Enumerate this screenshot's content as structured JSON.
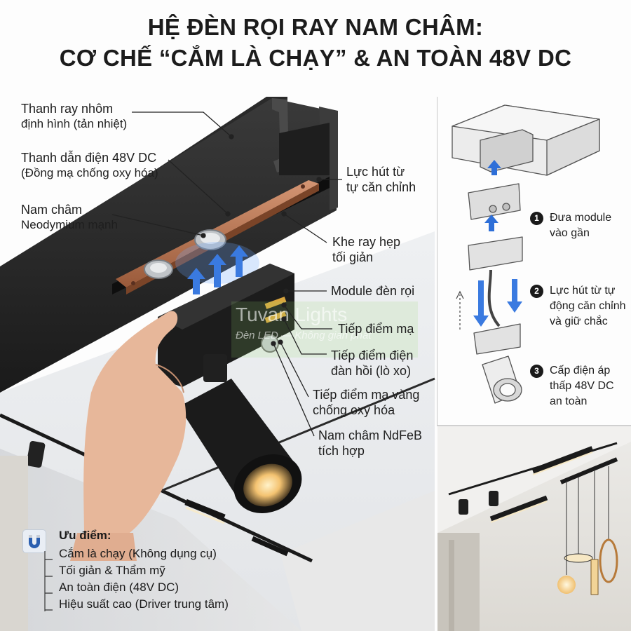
{
  "title": {
    "line1": "HỆ ĐÈN RỌI RAY NAM CHÂM:",
    "line2": "CƠ CHẾ “CẮM LÀ CHẠY” & AN TOÀN 48V DC"
  },
  "labels": {
    "rail": {
      "line1": "Thanh ray nhôm",
      "line2": "định hình (tản nhiệt)"
    },
    "conductor": {
      "line1": "Thanh dẫn điện 48V DC",
      "line2": "(Đồng mạ chống oxy hóa)"
    },
    "magnet": {
      "line1": "Nam châm",
      "line2": "Neodymium mạnh"
    },
    "attraction": {
      "line1": "Lực hút từ",
      "line2": "tự căn chỉnh"
    },
    "slot": {
      "line1": "Khe ray hẹp",
      "line2": "tối giản"
    },
    "module": {
      "line1": "Module đèn rọi"
    },
    "plated_contact": {
      "line1": "Tiếp điểm mạ"
    },
    "spring_contact": {
      "line1": "Tiếp điểm điện",
      "line2": "đàn hồi (lò xo)"
    },
    "gold_contact": {
      "line1": "Tiếp điểm mạ vàng",
      "line2": "chống oxy hóa"
    },
    "ndfeb_magnet": {
      "line1": "Nam châm NdFeB",
      "line2": "tích hợp"
    }
  },
  "steps": [
    {
      "num": "1",
      "line1": "Đưa module",
      "line2": "vào gần"
    },
    {
      "num": "2",
      "line1": "Lực hút từ tự",
      "line2": "động căn chỉnh",
      "line3": "và giữ chắc"
    },
    {
      "num": "3",
      "line1": "Cấp điện áp",
      "line2": "thấp 48V DC",
      "line3": "an toàn"
    }
  ],
  "advantages": {
    "heading": "Ưu điểm:",
    "icon": "magnet-icon",
    "items": [
      "Cắm là chạy (Không dụng cụ)",
      "Tối giản & Thẩm mỹ",
      "An toàn điện (48V DC)",
      "Hiệu suất cao (Driver trung tâm)"
    ]
  },
  "watermark": {
    "line1": "Tuvan  Lights",
    "line2": "Đèn LED — Không gian phát"
  },
  "colors": {
    "rail": "#1e1e1e",
    "copper": "#b7724f",
    "arrow_blue": "#2e6fd8",
    "warm_light": "#f5c77a"
  }
}
